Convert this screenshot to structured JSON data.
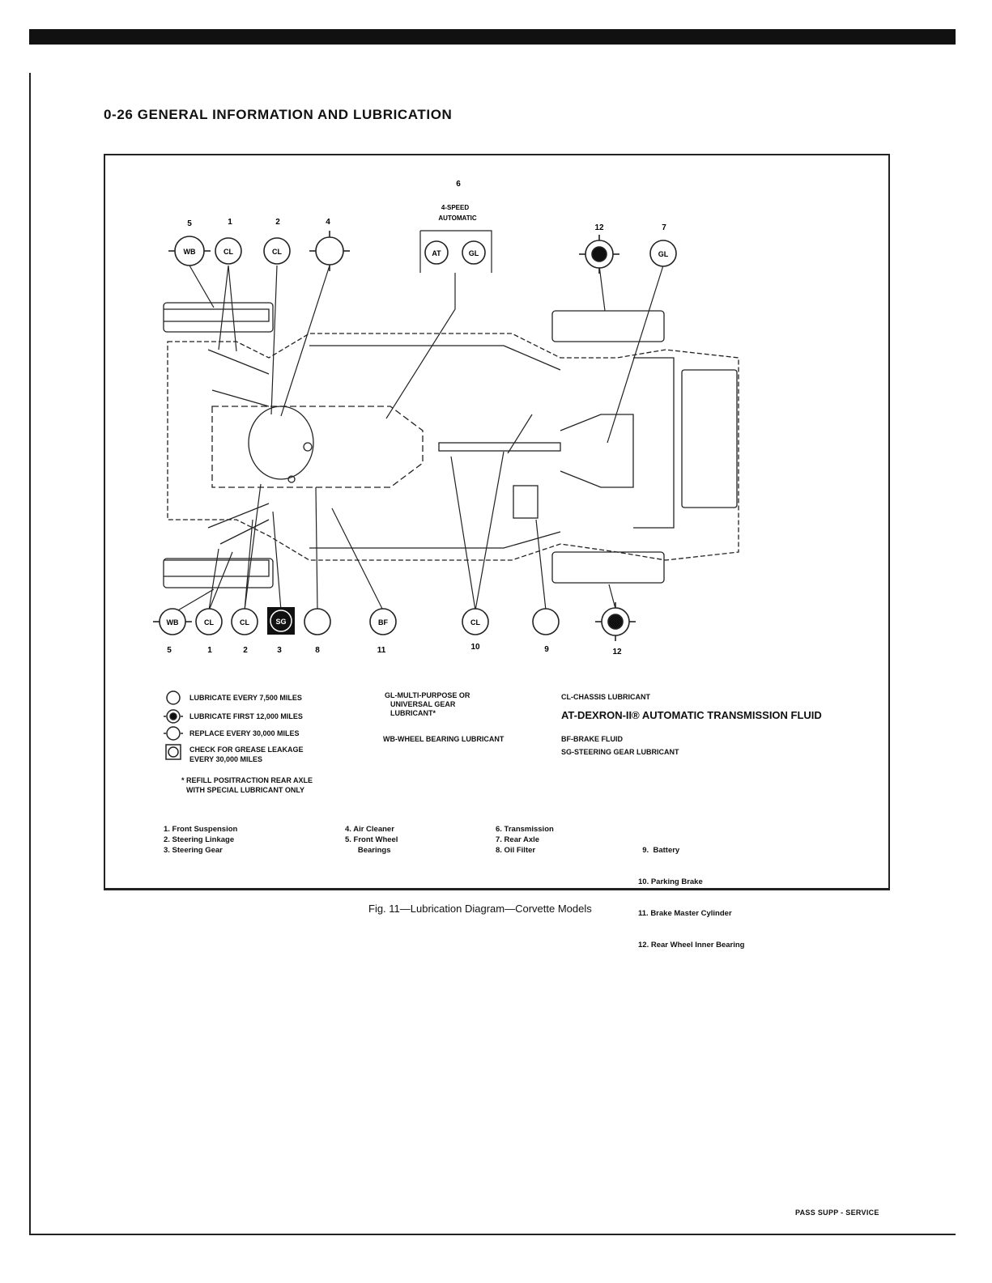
{
  "header": {
    "title": "0-26 GENERAL INFORMATION AND LUBRICATION"
  },
  "diagram": {
    "top_labels": {
      "transmission_num": "6",
      "transmission_type_line1": "4-SPEED",
      "transmission_type_line2": "AUTOMATIC",
      "n5": "5",
      "n1": "1",
      "n2": "2",
      "n4": "4",
      "n12": "12",
      "n7": "7"
    },
    "top_symbols": {
      "wb": "WB",
      "cl1": "CL",
      "cl2": "CL",
      "at": "AT",
      "gl_trans": "GL",
      "gl_axle": "GL"
    },
    "bottom_symbols": {
      "wb": "WB",
      "cl1": "CL",
      "cl2": "CL",
      "sg": "SG",
      "bf": "BF",
      "cl10": "CL"
    },
    "bottom_labels": {
      "n5": "5",
      "n1": "1",
      "n2": "2",
      "n3": "3",
      "n8": "8",
      "n11": "11",
      "n10": "10",
      "n9": "9",
      "n12": "12"
    }
  },
  "legend": {
    "lube_7500": "Lubricate every 7,500 miles",
    "lube_first": "Lubricate first 12,000 miles",
    "replace": "Replace every 30,000 miles",
    "check_line1": "Check for grease leakage",
    "check_line2": "every 30,000 miles",
    "refill_line1": "* Refill positraction rear axle",
    "refill_line2": "with special lubricant only",
    "gl_line1": "GL-Multi-purpose or",
    "gl_line2": "universal gear",
    "gl_line3": "lubricant*",
    "wb": "WB-Wheel bearing lubricant",
    "cl": "CL-Chassis lubricant",
    "at": "AT-DEXRON-II® AUTOMATIC TRANSMISSION FLUID",
    "bf": "BF-Brake fluid",
    "sg": "SG-Steering gear lubricant"
  },
  "items": {
    "col1": [
      "1.  Front Suspension",
      "2.  Steering Linkage",
      "3.  Steering Gear"
    ],
    "col2": [
      "4.  Air Cleaner",
      "5.  Front Wheel",
      "      Bearings"
    ],
    "col3": [
      "6.  Transmission",
      "7.  Rear Axle",
      "8.  Oil Filter"
    ],
    "col4": [
      "  9.  Battery",
      "10.  Parking Brake",
      "11.  Brake Master Cylinder",
      "12.  Rear Wheel Inner Bearing"
    ]
  },
  "caption": "Fig. 11—Lubrication Diagram—Corvette Models",
  "footer": "PASS SUPP - SERVICE"
}
